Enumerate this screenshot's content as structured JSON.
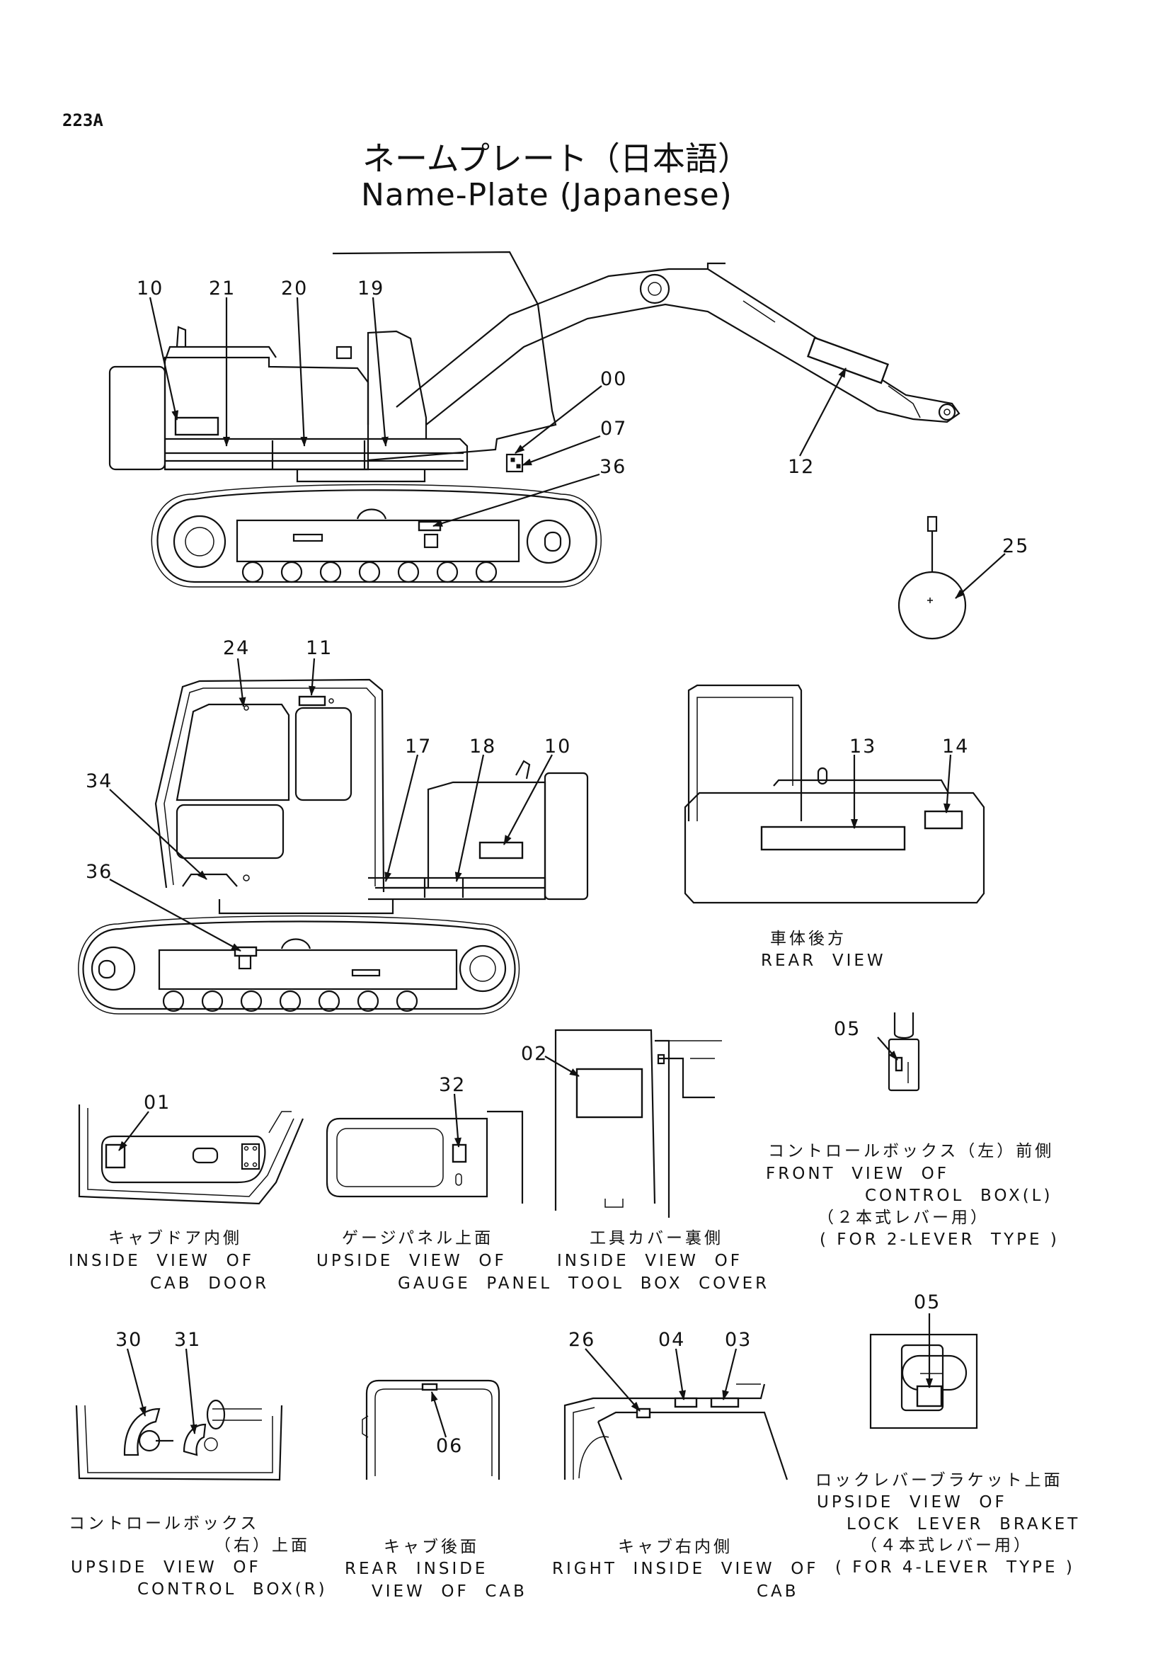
{
  "page": {
    "code": "223A",
    "title_jp": "ネームプレート（日本語）",
    "title_en": "Name-Plate (Japanese)"
  },
  "side_view": {
    "callouts": [
      "10",
      "21",
      "20",
      "19",
      "00",
      "07",
      "36",
      "12",
      "25"
    ]
  },
  "cab_view": {
    "callouts": [
      "24",
      "11",
      "17",
      "18",
      "10",
      "34",
      "36"
    ]
  },
  "rear_view": {
    "callouts": [
      "13",
      "14"
    ],
    "caption_jp": "車体後方",
    "caption_en": "REAR  VIEW"
  },
  "control_box_left": {
    "callout": "05",
    "caption_jp": "コントロールボックス（左）前側",
    "caption_en_1": "FRONT  VIEW  OF",
    "caption_en_2": "CONTROL  BOX(L)",
    "caption_jp_2": "（２本式レバー用）",
    "caption_en_3": "( FOR 2-LEVER  TYPE )"
  },
  "cab_door": {
    "callout": "01",
    "caption_jp": "キャブドア内側",
    "caption_en_1": "INSIDE  VIEW  OF",
    "caption_en_2": "CAB  DOOR"
  },
  "gauge_panel": {
    "callout": "32",
    "caption_jp": "ゲージパネル上面",
    "caption_en_1": "UPSIDE  VIEW  OF",
    "caption_en_2": "GAUGE  PANEL"
  },
  "tool_box_cover": {
    "callout": "02",
    "caption_jp": "工具カバー裏側",
    "caption_en_1": "INSIDE  VIEW  OF",
    "caption_en_2": "TOOL  BOX  COVER"
  },
  "control_box_right": {
    "callouts": [
      "30",
      "31"
    ],
    "caption_jp_1": "コントロールボックス",
    "caption_jp_2": "（右）上面",
    "caption_en_1": "UPSIDE  VIEW  OF",
    "caption_en_2": "CONTROL  BOX(R)"
  },
  "cab_rear": {
    "callout": "06",
    "caption_jp": "キャブ後面",
    "caption_en_1": "REAR  INSIDE",
    "caption_en_2": "VIEW  OF  CAB"
  },
  "cab_right_inside": {
    "callouts": [
      "26",
      "04",
      "03"
    ],
    "caption_jp": "キャブ右内側",
    "caption_en_1": "RIGHT  INSIDE  VIEW  OF",
    "caption_en_2": "CAB"
  },
  "lock_lever": {
    "callout": "05",
    "caption_jp_1": "ロックレバーブラケット上面",
    "caption_en_1": "UPSIDE  VIEW  OF",
    "caption_en_2": "LOCK  LEVER  BRAKET",
    "caption_jp_2": "（４本式レバー用）",
    "caption_en_3": "( FOR 4-LEVER  TYPE )"
  }
}
